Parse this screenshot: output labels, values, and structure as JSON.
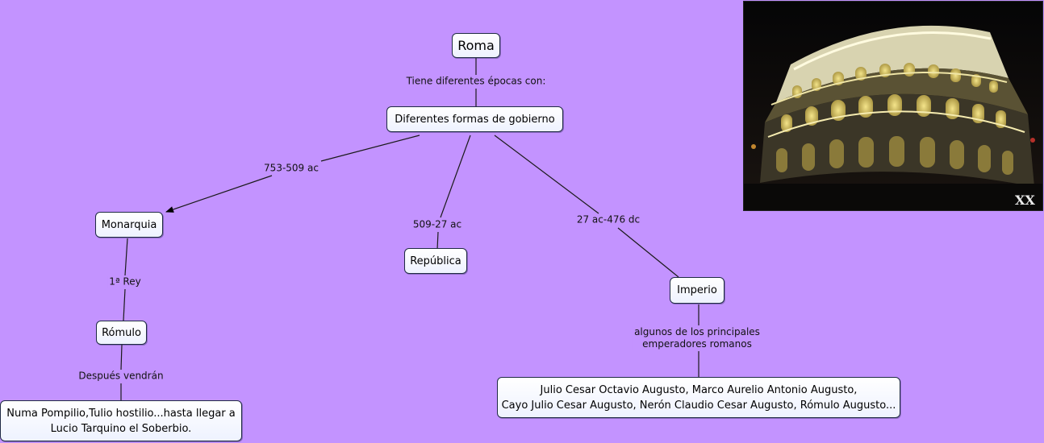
{
  "nodes": {
    "roma": "Roma",
    "gobierno": "Diferentes formas de gobierno",
    "monarquia": "Monarquia",
    "republica": "República",
    "imperio": "Imperio",
    "romulo": "Rómulo",
    "reyes": "Numa Pompilio,Tulio hostilio...hasta llegar a\nLucio Tarquino el Soberbio.",
    "emperadores": "Julio Cesar Octavio Augusto, Marco Aurelio Antonio Augusto,\nCayo Julio Cesar Augusto, Nerón Claudio Cesar Augusto, Rómulo Augusto..."
  },
  "links": {
    "roma_gobierno": "Tiene diferentes épocas con:",
    "monarquia": "753-509 ac",
    "republica": "509-27 ac",
    "imperio": "27 ac-476 dc",
    "primer_rey": "1ª Rey",
    "despues": "Después vendrán",
    "emperadores": "algunos de los principales\nemperadores romanos"
  },
  "image": {
    "subject": "colosseum-photo",
    "watermark": "XX"
  },
  "colors": {
    "background": "#c393ff",
    "node_border": "#1f2a44",
    "line": "#1a1a1a"
  }
}
